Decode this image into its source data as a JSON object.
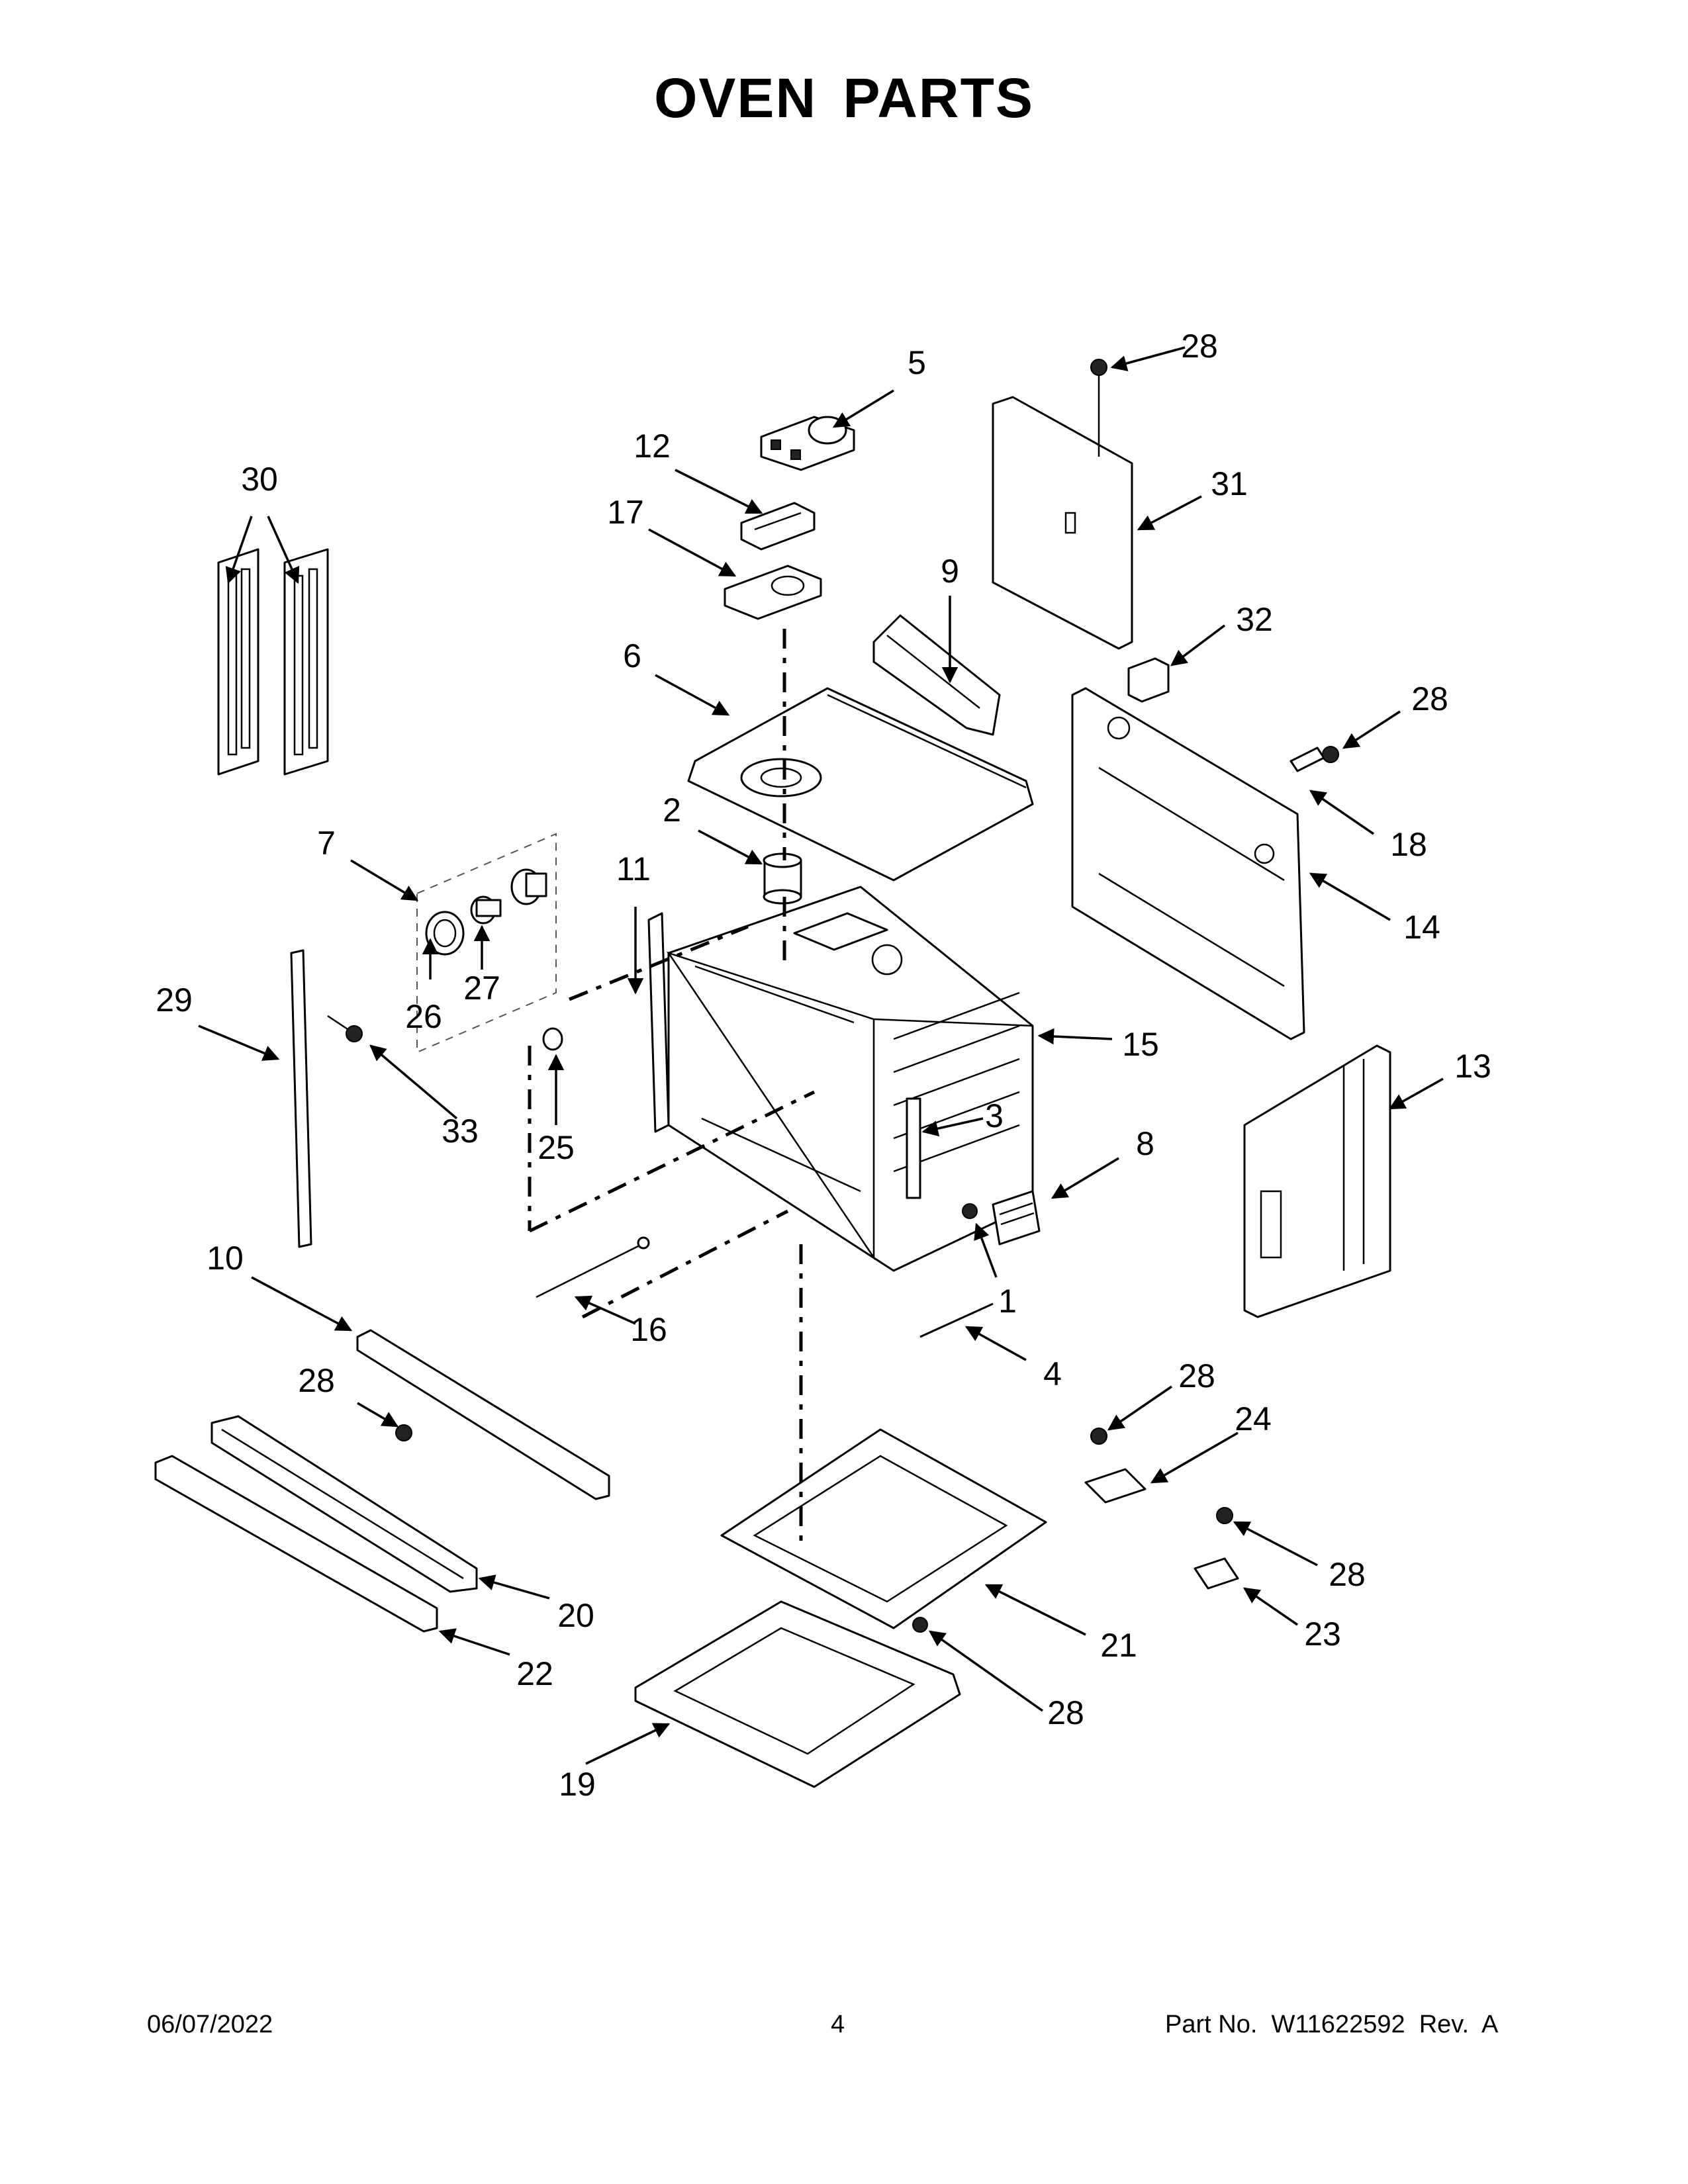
{
  "title": "OVEN PARTS",
  "footer": {
    "date": "06/07/2022",
    "page": "4",
    "part_no": "Part No.  W11622592  Rev.  A"
  },
  "callouts": {
    "c1": "1",
    "c2": "2",
    "c3": "3",
    "c4": "4",
    "c5": "5",
    "c6": "6",
    "c7": "7",
    "c8": "8",
    "c9": "9",
    "c10": "10",
    "c11": "11",
    "c12": "12",
    "c13": "13",
    "c14": "14",
    "c15": "15",
    "c16": "16",
    "c17": "17",
    "c18": "18",
    "c19": "19",
    "c20": "20",
    "c21": "21",
    "c22": "22",
    "c23": "23",
    "c24": "24",
    "c25": "25",
    "c26": "26",
    "c27": "27",
    "c28a": "28",
    "c28b": "28",
    "c28c": "28",
    "c28d": "28",
    "c28e": "28",
    "c28f": "28",
    "c29": "29",
    "c30": "30",
    "c31": "31",
    "c32": "32",
    "c33": "33"
  }
}
